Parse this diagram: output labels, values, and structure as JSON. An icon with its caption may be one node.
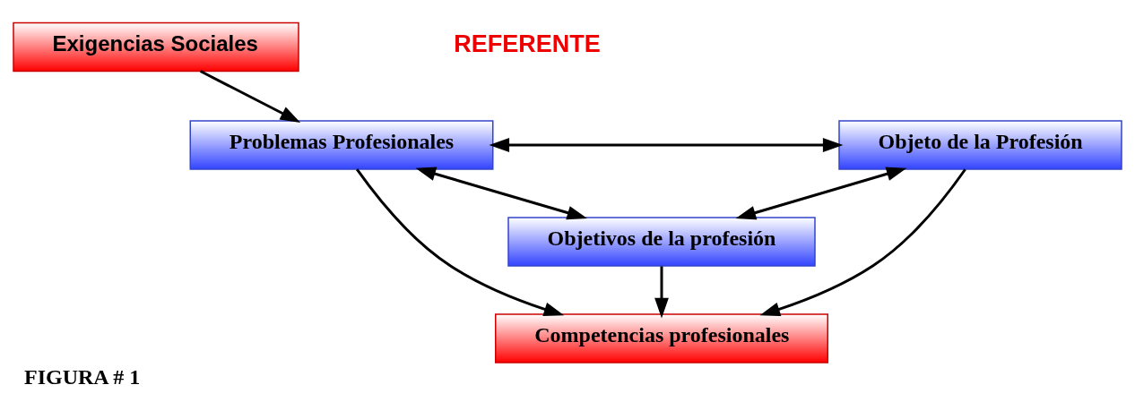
{
  "diagram": {
    "caption": "FIGURA # 1",
    "nodes": [
      {
        "text": [
          "Exigencias Sociales"
        ]
      },
      {
        "text": [
          "Problemas Profesionales"
        ]
      },
      {
        "text": [
          "Objeto de la Profesión"
        ]
      },
      {
        "text": [
          "Objetivos de la profesión"
        ]
      },
      {
        "text": [
          "Competencias profesionales"
        ]
      }
    ],
    "edges": [
      {
        "from": 0,
        "to": 1,
        "arrow": "to"
      },
      {
        "from": 1,
        "to": 2,
        "arrow": "both"
      },
      {
        "from": 1,
        "to": 3,
        "arrow": "both"
      },
      {
        "from": 2,
        "to": 3,
        "arrow": "both"
      },
      {
        "from": 3,
        "to": 4,
        "arrow": "to"
      },
      {
        "from": 1,
        "to": 4,
        "arrow": "to"
      },
      {
        "from": 2,
        "to": 4,
        "arrow": "to"
      }
    ],
    "labels": [
      "REFERENTE"
    ]
  }
}
